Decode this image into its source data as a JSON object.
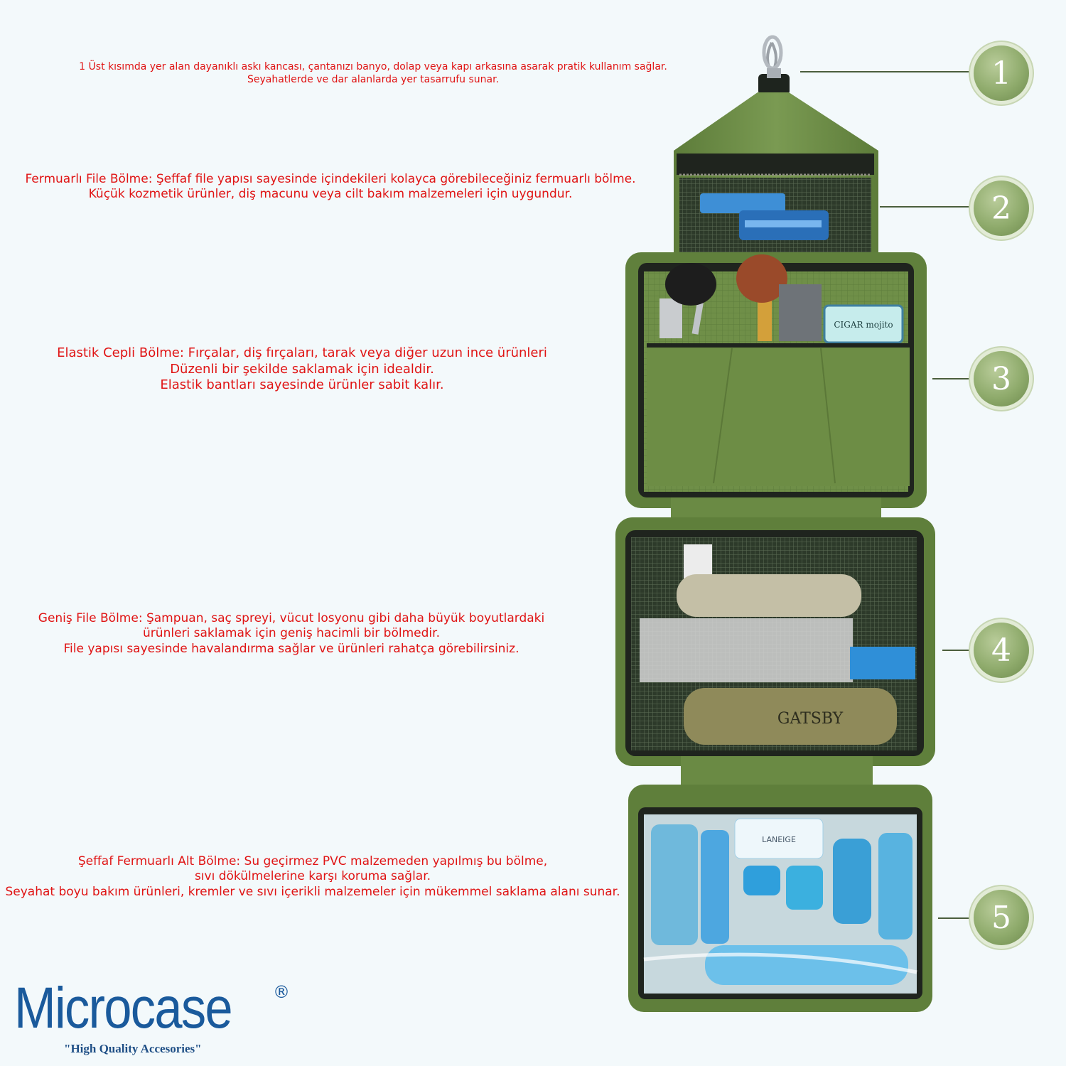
{
  "descriptions": [
    {
      "lines": [
        "1 Üst kısımda yer alan dayanıklı askı kancası, çantanızı banyo, dolap veya kapı arkasına asarak pratik kullanım sağlar.",
        "Seyahatlerde ve dar alanlarda yer tasarrufu sunar."
      ]
    },
    {
      "lines": [
        "Fermuarlı File Bölme: Şeffaf file yapısı sayesinde içindekileri kolayca görebileceğiniz fermuarlı bölme.",
        "Küçük kozmetik ürünler, diş macunu veya cilt bakım malzemeleri için uygundur."
      ]
    },
    {
      "lines": [
        "Elastik Cepli Bölme: Fırçalar, diş fırçaları, tarak veya diğer uzun ince ürünleri",
        "Düzenli bir şekilde saklamak için idealdir.",
        "Elastik bantları sayesinde ürünler sabit kalır."
      ]
    },
    {
      "lines": [
        "Geniş File Bölme: Şampuan, saç spreyi, vücut losyonu gibi daha büyük boyutlardaki",
        "ürünleri saklamak için geniş hacimli bir bölmedir.",
        "File yapısı sayesinde havalandırma sağlar ve ürünleri rahatça görebilirsiniz."
      ]
    },
    {
      "lines": [
        "Şeffaf Fermuarlı Alt Bölme: Su geçirmez PVC malzemeden yapılmış bu bölme,",
        "sıvı dökülmelerine karşı koruma sağlar.",
        "Seyahat boyu bakım ürünleri, kremler ve sıvı içerikli malzemeler için mükemmel saklama alanı sunar."
      ]
    }
  ],
  "badges": [
    "1",
    "2",
    "3",
    "4",
    "5"
  ],
  "product_labels": {
    "box": "CIGAR mojito",
    "bottle": "GATSBY",
    "jar": "LANEIGE"
  },
  "logo": {
    "brand": "Microcase",
    "registered": "®",
    "tagline": "\"High Quality Accesories\""
  },
  "colors": {
    "background": "#f3f9fb",
    "text": "#e01414",
    "bag": "#6f8f48",
    "badge": "#8fab6c",
    "logo": "#1a5a9c"
  }
}
